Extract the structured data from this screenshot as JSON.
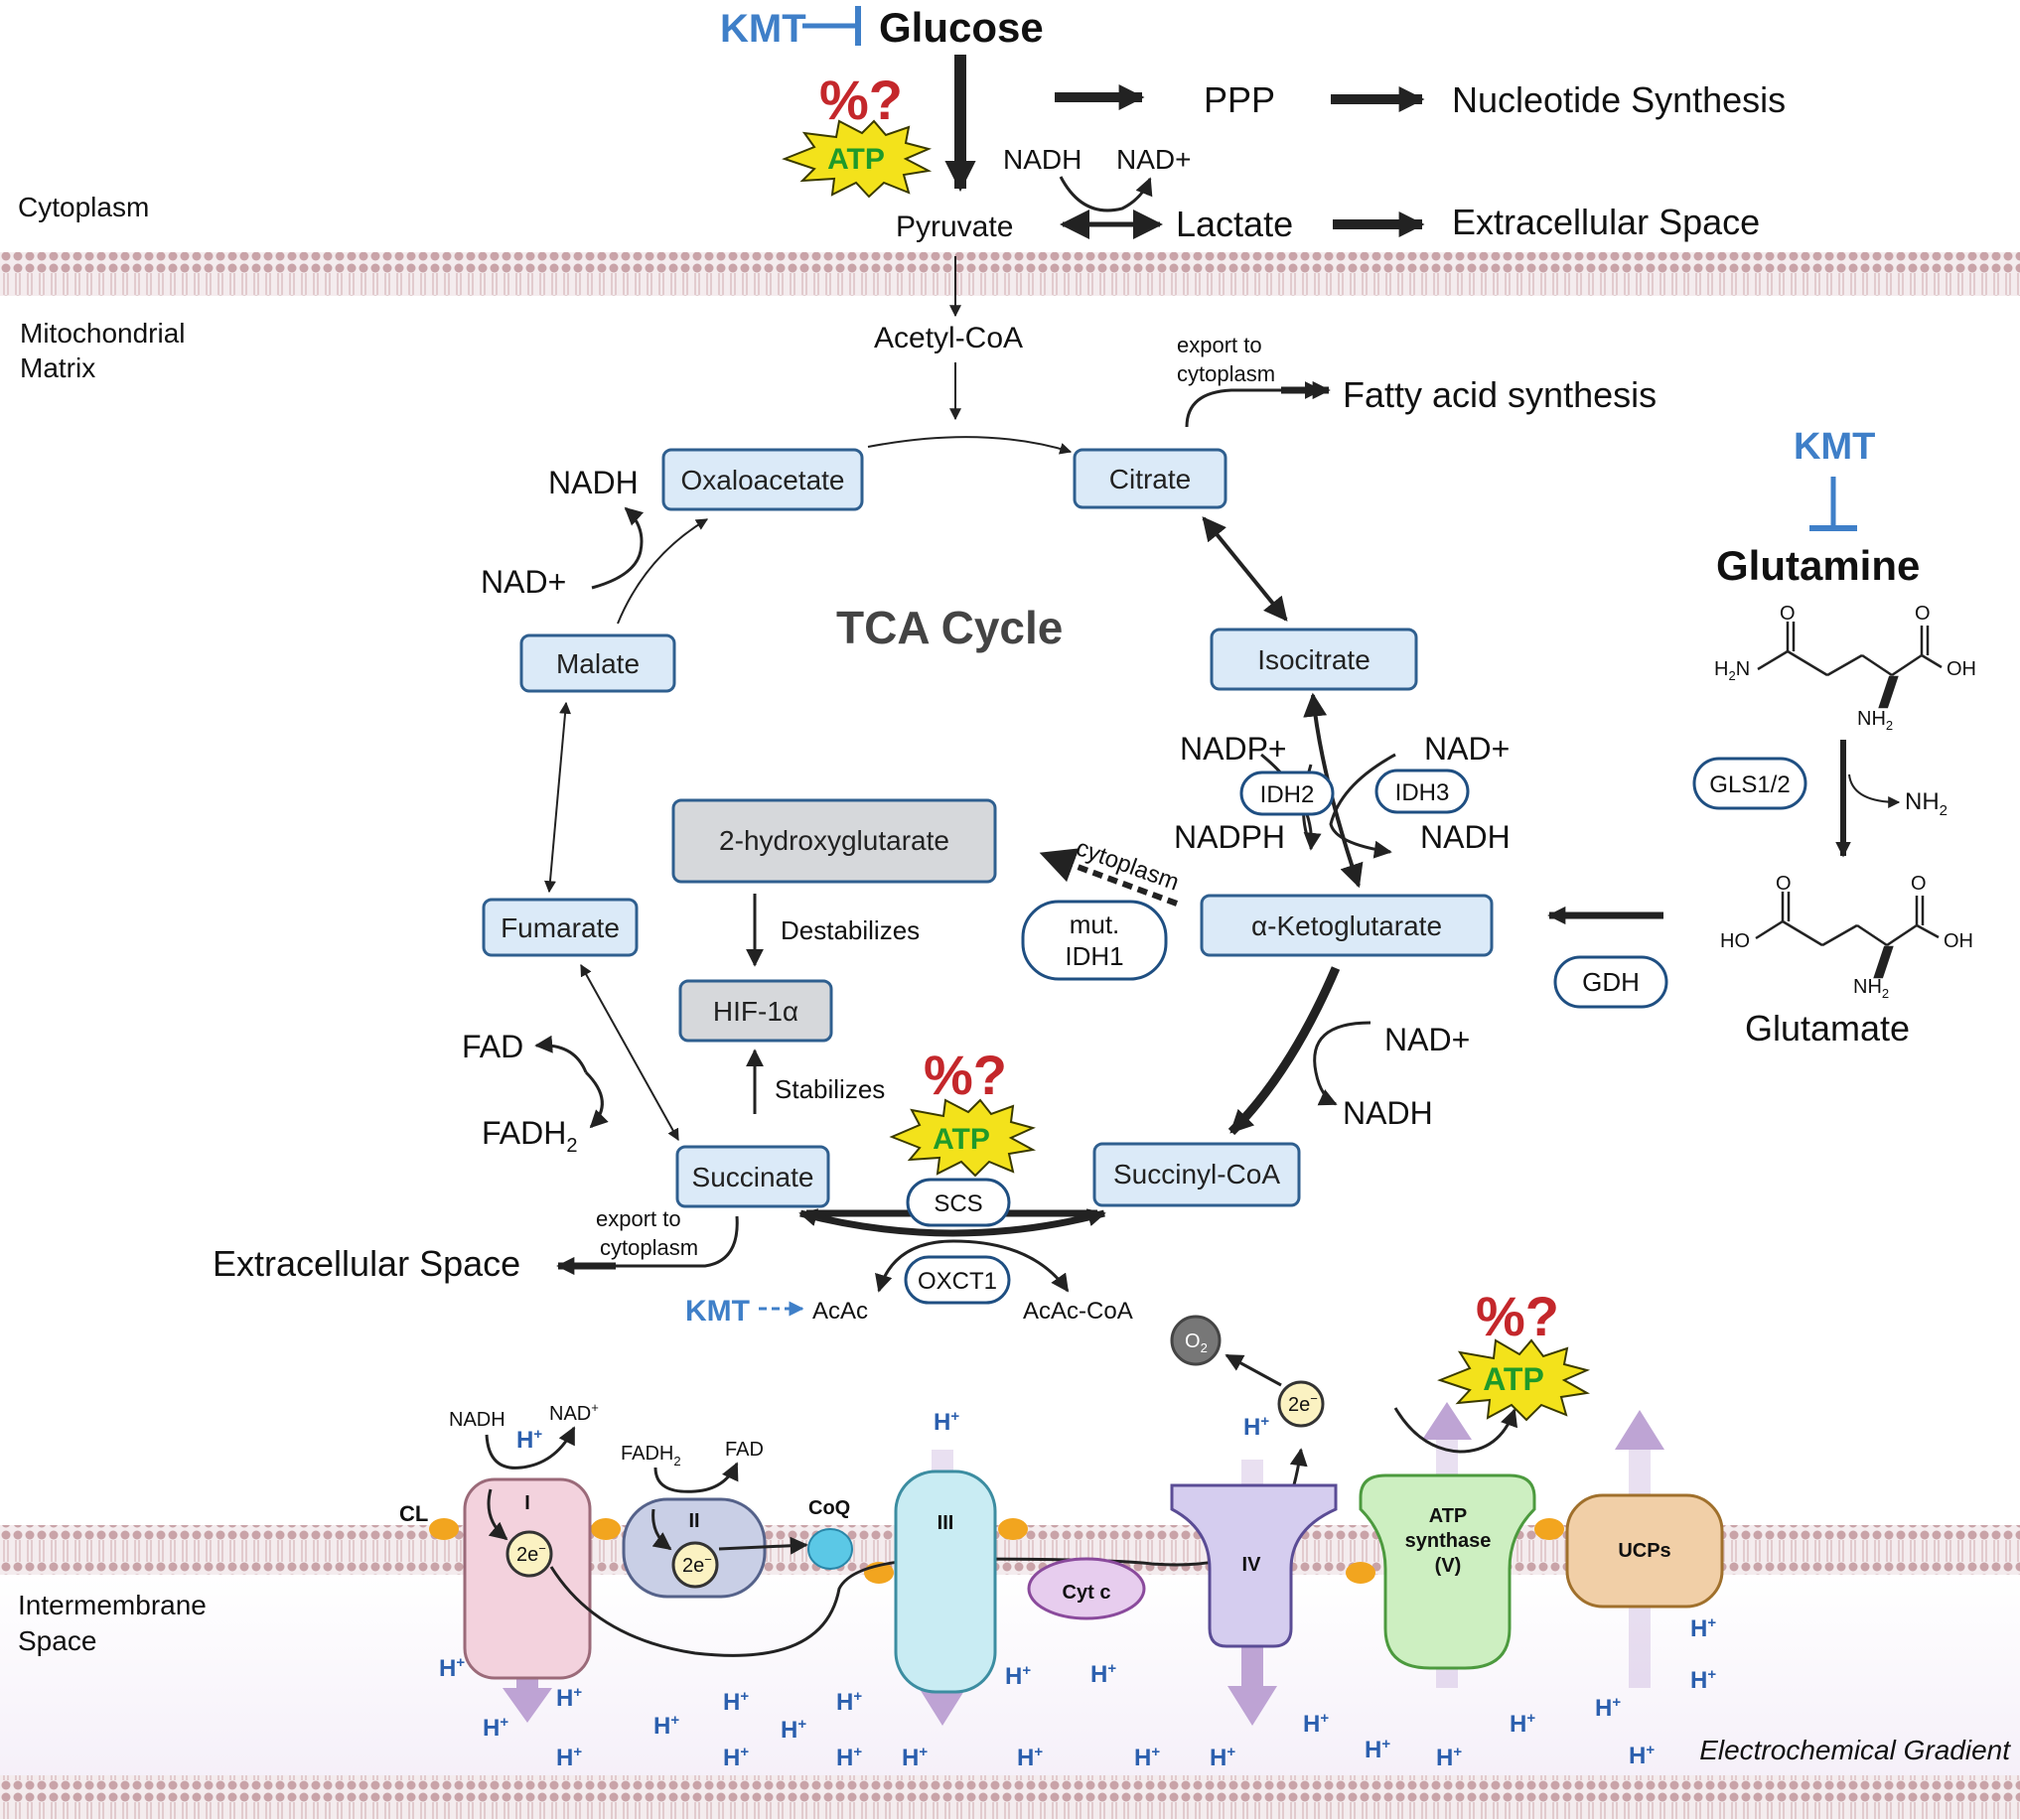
{
  "regions": {
    "cytoplasm": "Cytoplasm",
    "matrix_1": "Mitochondrial",
    "matrix_2": "Matrix",
    "intermembrane_1": "Intermembrane",
    "intermembrane_2": "Space",
    "gradient": "Electrochemical Gradient"
  },
  "glycolysis": {
    "kmt": "KMT",
    "glucose": "Glucose",
    "percent": "%?",
    "atp": "ATP",
    "ppp": "PPP",
    "nucleotide": "Nucleotide Synthesis",
    "nadh": "NADH",
    "nad": "NAD+",
    "pyruvate": "Pyruvate",
    "lactate": "Lactate",
    "extracellular": "Extracellular Space",
    "acetyl_coa": "Acetyl-CoA",
    "export_1": "export to",
    "export_2": "cytoplasm",
    "fatty_acid": "Fatty acid synthesis"
  },
  "tca": {
    "title": "TCA Cycle",
    "oxaloacetate": "Oxaloacetate",
    "citrate": "Citrate",
    "isocitrate": "Isocitrate",
    "akg": "α-Ketoglutarate",
    "succinyl_coa": "Succinyl-CoA",
    "succinate": "Succinate",
    "fumarate": "Fumarate",
    "malate": "Malate",
    "nadh_top": "NADH",
    "nad_top": "NAD+",
    "nadp": "NADP+",
    "nadph": "NADPH",
    "nad_right": "NAD+",
    "nadh_right": "NADH",
    "idh2": "IDH2",
    "idh3": "IDH3",
    "nad_akg": "NAD+",
    "nadh_akg": "NADH",
    "fad": "FAD",
    "fadh2": "FADH",
    "fadh2_sub": "2",
    "two_hg": "2-hydroxyglutarate",
    "destabilizes": "Destabilizes",
    "hif": "HIF-1α",
    "stabilizes": "Stabilizes",
    "cytoplasm_dashed": "cytoplasm",
    "mut_idh1_1": "mut.",
    "mut_idh1_2": "IDH1",
    "percent": "%?",
    "atp": "ATP",
    "scs": "SCS",
    "oxct1": "OXCT1",
    "kmt": "KMT",
    "acac": "AcAc",
    "acac_coa": "AcAc-CoA",
    "export_1": "export to",
    "export_2": "cytoplasm",
    "extracellular": "Extracellular Space"
  },
  "glutamine": {
    "kmt": "KMT",
    "glutamine": "Glutamine",
    "o_left": "O",
    "o_right": "O",
    "h2n": "H",
    "h2n_sub": "2",
    "h2n_n": "N",
    "oh": "OH",
    "nh2": "NH",
    "nh2_sub": "2",
    "gls": "GLS1/2",
    "nh2_out": "NH",
    "nh2_out_sub": "2",
    "gdh": "GDH",
    "glutamate": "Glutamate",
    "ho": "HO",
    "oh2": "OH",
    "o3": "O",
    "o4": "O",
    "nh2b": "NH",
    "nh2b_sub": "2"
  },
  "etc": {
    "o2": "O",
    "o2_sub": "2",
    "percent": "%?",
    "atp": "ATP",
    "cl": "CL",
    "nadh": "NADH",
    "nad": "NAD",
    "nad_sup": "+",
    "c1": "I",
    "c2": "II",
    "c3": "III",
    "c4": "IV",
    "electron": "2e",
    "electron_sup": "−",
    "fadh2": "FADH",
    "fadh2_sub": "2",
    "fad": "FAD",
    "coq": "CoQ",
    "cytc": "Cyt c",
    "atp_synthase_1": "ATP",
    "atp_synthase_2": "synthase",
    "atp_synthase_3": "(V)",
    "ucps": "UCPs",
    "hplus": "H",
    "hplus_sup": "+"
  },
  "colors": {
    "kmt_blue": "#3f7fc8",
    "box_fill": "#dbeaf8",
    "box_stroke": "#2f5f8f",
    "atp_yellow": "#f3e21b",
    "atp_green": "#1f9a2a",
    "percent_red": "#c4272b",
    "complex_i": "#f3d2dd",
    "complex_ii": "#c9cfe6",
    "complex_iii": "#c9ecf3",
    "complex_iv": "#d5cdef",
    "atp_synthase": "#cdefc1",
    "ucp": "#f1cfa7",
    "cyt_c": "#e7cdee",
    "coq": "#5bc8e6",
    "lipid_head": "#f2a51f",
    "proton_arrow": "#b79ad0"
  }
}
